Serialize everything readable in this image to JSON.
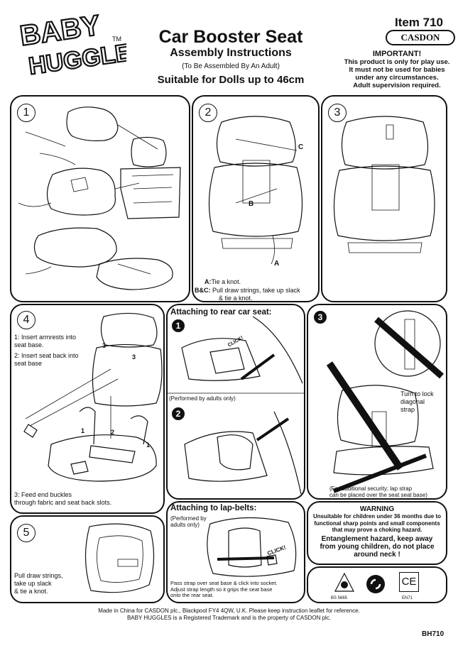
{
  "logo": {
    "line1": "BABY",
    "line2": "HUGGLES",
    "tm": "TM"
  },
  "header": {
    "title": "Car Booster Seat",
    "subtitle": "Assembly Instructions",
    "assembled_note": "(To Be Assembled By An Adult)",
    "suitable": "Suitable for Dolls up to 46cm",
    "item": "Item 710",
    "brand": "CASDON"
  },
  "important": {
    "heading": "IMPORTANT!",
    "lines": [
      "This product is only for play use.",
      "It must not be used for babies",
      "under any circumstances.",
      "Adult supervision required."
    ]
  },
  "step1": {
    "num": "1"
  },
  "step2": {
    "num": "2",
    "label_a": "A",
    "label_b": "B",
    "label_c": "C",
    "caption_a_key": "A:",
    "caption_a": "Tie a knot.",
    "caption_bc_key": "B&C:",
    "caption_bc": "Pull draw strings, take up slack",
    "caption_bc2": "& tie a knot."
  },
  "step3": {
    "num": "3"
  },
  "step4": {
    "num": "4",
    "c1": "1: Insert armrests into",
    "c1b": "seat base.",
    "c2": "2: Insert seat back into",
    "c2b": "seat base",
    "c3": "3: Feed end buckles",
    "c3b": "through fabric and seat back slots.",
    "l1": "1",
    "l2": "2",
    "l3": "3",
    "l1b": "1",
    "l3b": "3"
  },
  "step5": {
    "num": "5",
    "c1": "Pull draw strings,",
    "c2": "take up slack",
    "c3": "& tie a knot."
  },
  "rear": {
    "heading": "Attaching to rear car seat:",
    "n1": "1",
    "n2": "2",
    "click": "CLICK!",
    "performed": "(Performed by adults only)"
  },
  "step_r3": {
    "n": "3",
    "turn1": "Turn to lock",
    "turn2": "diagonal",
    "turn3": "strap",
    "add1": "(For additional security; lap strap",
    "add2": "can be placed over the seat seat base)"
  },
  "lap": {
    "heading": "Attaching to lap-belts:",
    "perf1": "(Performed by",
    "perf2": "adults only)",
    "click": "CLICK!",
    "cap1": "Pass strap over seat base & click into socket.",
    "cap2": "Adjust strap length so it grips the seat base",
    "cap3": "onto the rear seat."
  },
  "warning": {
    "heading": "WARNING",
    "l1": "Unsuitable for children under 36 months due to",
    "l2": "functional sharp points and small components",
    "l3": "that may prove a choking hazard.",
    "e1": "Entanglement hazard, keep away",
    "e2": "from young children, do not place",
    "e3": "around neck !"
  },
  "marks": {
    "bs": "BS 5665",
    "ce": "CE",
    "en": "EN71"
  },
  "footer": {
    "l1": "Made in China for CASDON plc., Blackpool FY4 4QW, U.K. Please keep instruction leaflet for reference.",
    "l2": "BABY HUGGLES is a Registered Trademark and is the property of CASDON plc.",
    "code": "BH710"
  }
}
